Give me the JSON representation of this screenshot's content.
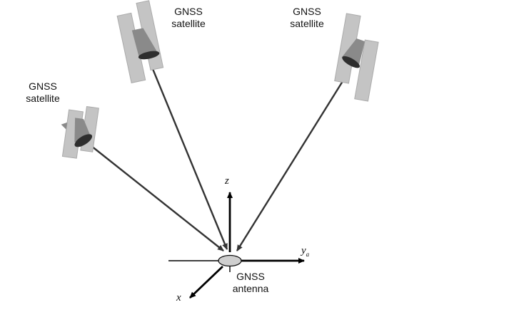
{
  "satellites": [
    {
      "id": "sat-top",
      "label_line1": "GNSS",
      "label_line2": "satellite"
    },
    {
      "id": "sat-right",
      "label_line1": "GNSS",
      "label_line2": "satellite"
    },
    {
      "id": "sat-left",
      "label_line1": "GNSS",
      "label_line2": "satellite"
    }
  ],
  "antenna": {
    "label_line1": "GNSS",
    "label_line2": "antenna"
  },
  "axes": {
    "z": "z",
    "y_main": "y",
    "y_sub": "a",
    "x": "x"
  },
  "colors": {
    "panel": "#c4c4c4",
    "panel_stroke": "#a8a8a8",
    "body": "#8a8a8a",
    "dish": "#2e2e2e",
    "ray": "#333333",
    "axis": "#000000",
    "antenna": "#cfcfcf"
  }
}
